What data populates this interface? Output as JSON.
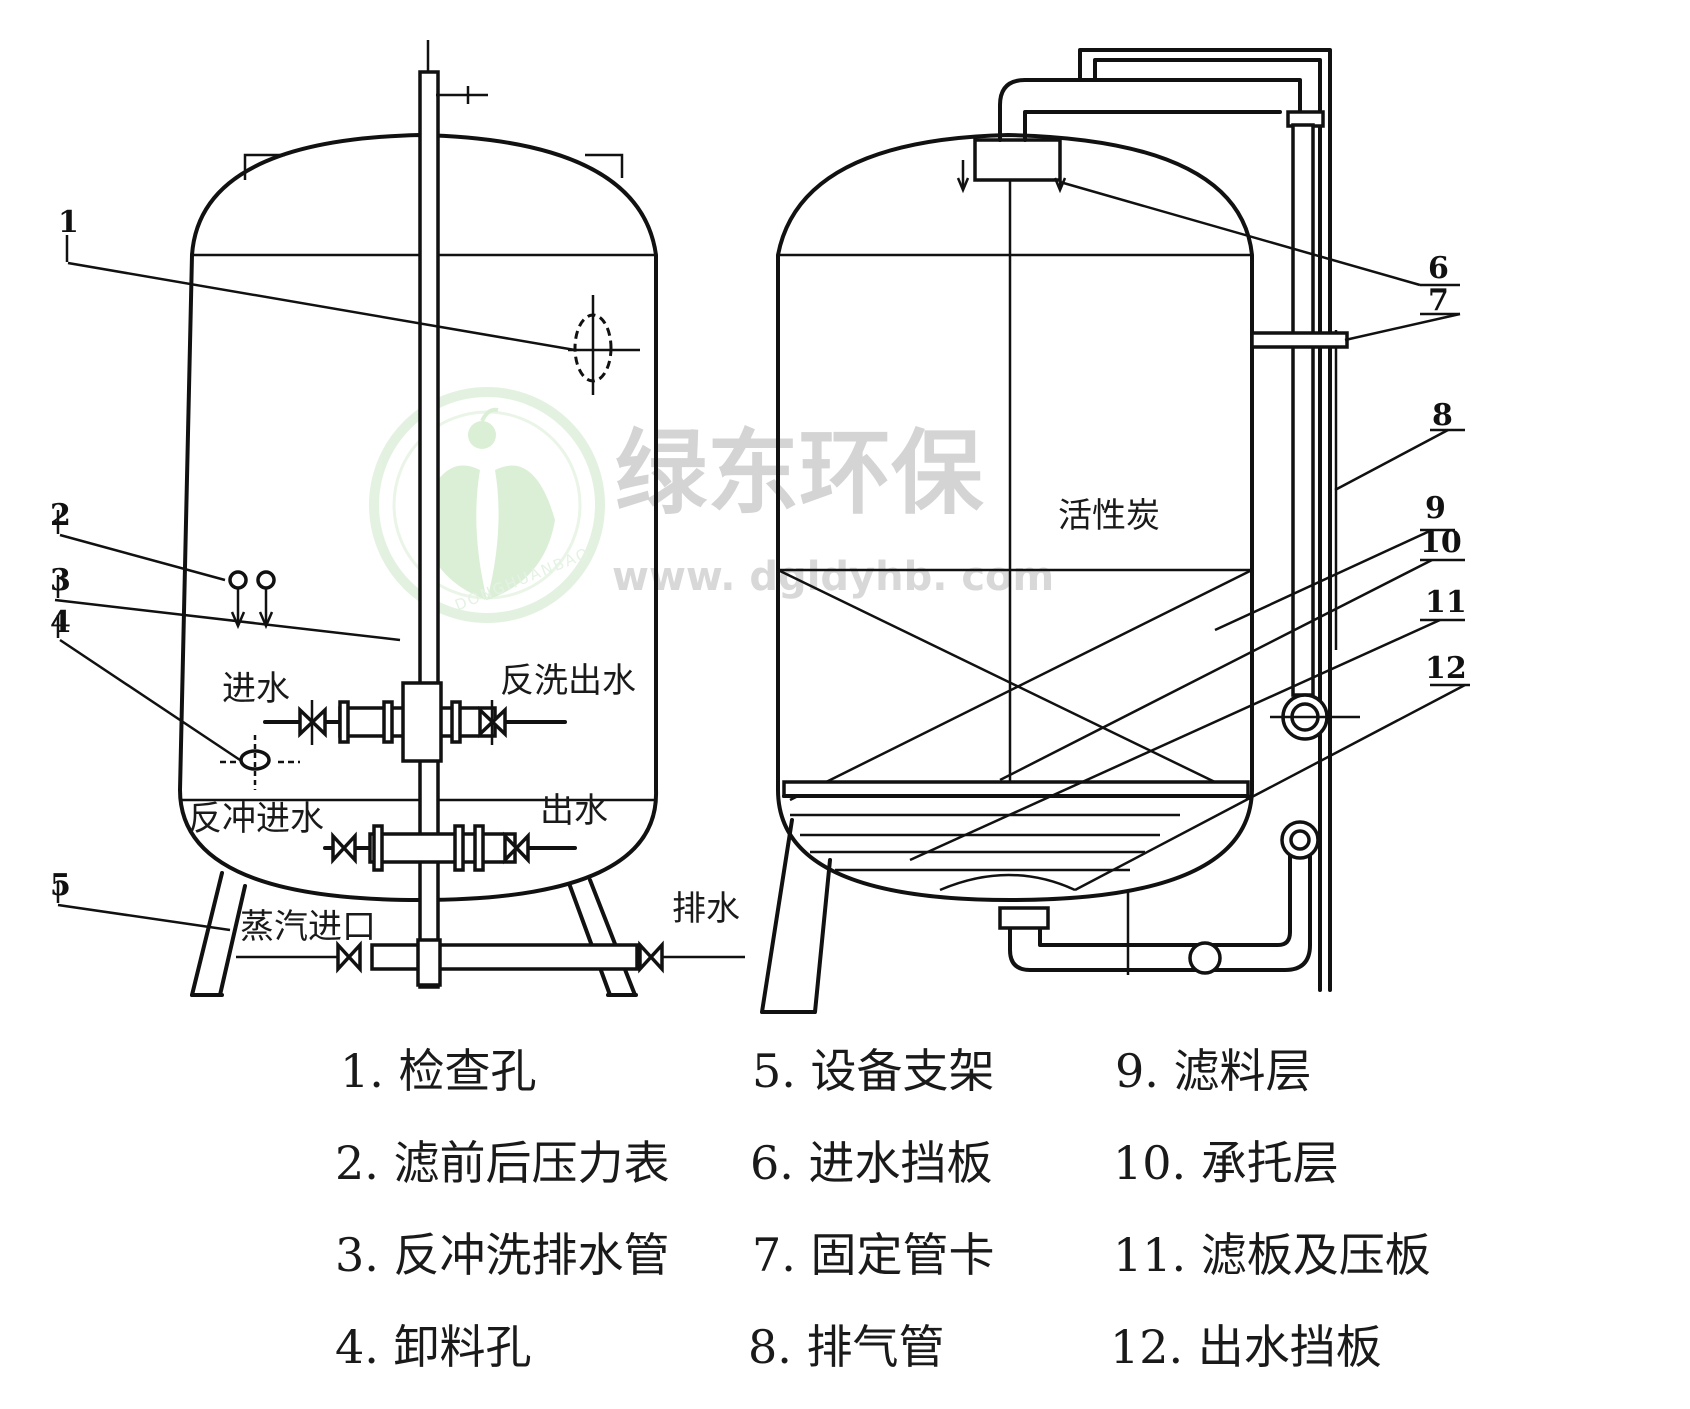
{
  "watermark": {
    "title": "绿东环保",
    "url": "www. dgldyhb. com",
    "ring_text": "DONGHUANBAO"
  },
  "left_tank": {
    "callouts": [
      "1",
      "2",
      "3",
      "4",
      "5"
    ],
    "labels": {
      "inlet": "进水",
      "backwash_outlet": "反洗出水",
      "backflush_inlet": "反冲进水",
      "outlet": "出水",
      "steam_inlet": "蒸汽进口",
      "drain": "排水"
    }
  },
  "right_tank": {
    "callouts": [
      "6",
      "7",
      "8",
      "9",
      "10",
      "11",
      "12"
    ],
    "labels": {
      "activated_carbon": "活性炭"
    }
  },
  "legend": [
    "1. 检查孔",
    "2. 滤前后压力表",
    "3. 反冲洗排水管",
    "4. 卸料孔",
    "5. 设备支架",
    "6. 进水挡板",
    "7. 固定管卡",
    "8. 排气管",
    "9. 滤料层",
    "10. 承托层",
    "11. 滤板及压板",
    "12. 出水挡板"
  ]
}
